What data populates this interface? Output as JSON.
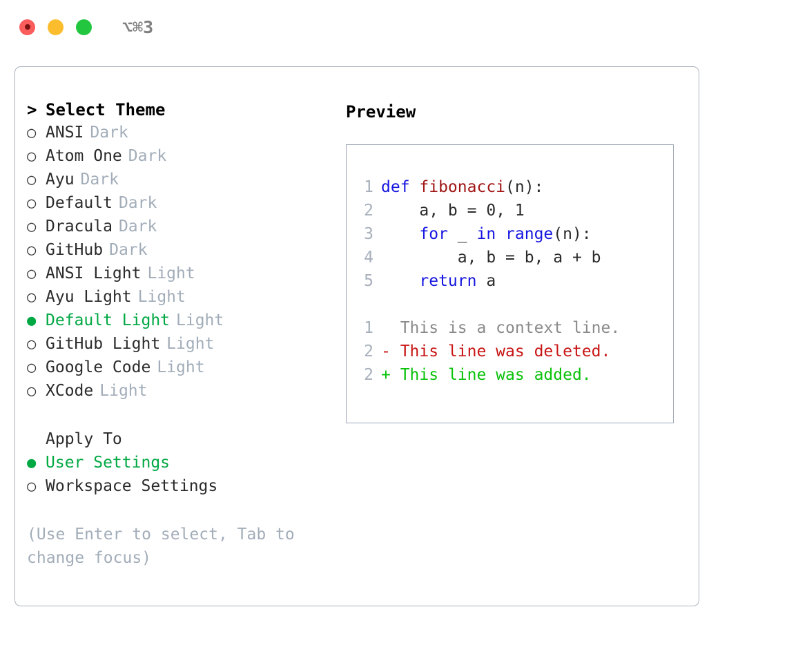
{
  "titlebar": {
    "shortcut": "⌥⌘3",
    "lights": [
      {
        "name": "close",
        "color": "#fb5c5c"
      },
      {
        "name": "minimize",
        "color": "#fbbd2e"
      },
      {
        "name": "maximize",
        "color": "#22c63f"
      }
    ]
  },
  "theme_list": {
    "heading": "Select Theme",
    "caret": ">",
    "bullet_selected": "●",
    "bullet_unselected": "○",
    "items": [
      {
        "label": "ANSI",
        "category": "Dark",
        "selected": false
      },
      {
        "label": "Atom One",
        "category": "Dark",
        "selected": false
      },
      {
        "label": "Ayu",
        "category": "Dark",
        "selected": false
      },
      {
        "label": "Default",
        "category": "Dark",
        "selected": false
      },
      {
        "label": "Dracula",
        "category": "Dark",
        "selected": false
      },
      {
        "label": "GitHub",
        "category": "Dark",
        "selected": false
      },
      {
        "label": "ANSI Light",
        "category": "Light",
        "selected": false
      },
      {
        "label": "Ayu Light",
        "category": "Light",
        "selected": false
      },
      {
        "label": "Default Light",
        "category": "Light",
        "selected": true
      },
      {
        "label": "GitHub Light",
        "category": "Light",
        "selected": false
      },
      {
        "label": "Google Code",
        "category": "Light",
        "selected": false
      },
      {
        "label": "XCode",
        "category": "Light",
        "selected": false
      }
    ]
  },
  "apply_to": {
    "heading": "Apply To",
    "items": [
      {
        "label": "User Settings",
        "selected": true
      },
      {
        "label": "Workspace Settings",
        "selected": false
      }
    ]
  },
  "hint": "(Use Enter to select, Tab to change focus)",
  "preview": {
    "title": "Preview",
    "code_lines": [
      {
        "number": "1",
        "tokens": [
          {
            "text": "def ",
            "kind": "keyword"
          },
          {
            "text": "fibonacci",
            "kind": "function"
          },
          {
            "text": "(n):",
            "kind": "plain"
          }
        ]
      },
      {
        "number": "2",
        "tokens": [
          {
            "text": "    a, b = 0, 1",
            "kind": "plain"
          }
        ]
      },
      {
        "number": "3",
        "tokens": [
          {
            "text": "    ",
            "kind": "plain"
          },
          {
            "text": "for",
            "kind": "keyword"
          },
          {
            "text": " _ ",
            "kind": "plain"
          },
          {
            "text": "in range",
            "kind": "keyword"
          },
          {
            "text": "(n):",
            "kind": "plain"
          }
        ]
      },
      {
        "number": "4",
        "tokens": [
          {
            "text": "        a, b = b, a + b",
            "kind": "plain"
          }
        ]
      },
      {
        "number": "5",
        "tokens": [
          {
            "text": "    ",
            "kind": "plain"
          },
          {
            "text": "return",
            "kind": "keyword"
          },
          {
            "text": " a",
            "kind": "plain"
          }
        ]
      }
    ],
    "diff_lines": [
      {
        "number": "1",
        "marker": " ",
        "text": " This is a context line.",
        "kind": "context"
      },
      {
        "number": "2",
        "marker": "-",
        "text": " This line was deleted.",
        "kind": "deleted"
      },
      {
        "number": "2",
        "marker": "+",
        "text": " This line was added.",
        "kind": "added"
      }
    ]
  },
  "colors": {
    "accent_green": "#00a843",
    "muted": "#a2adb9",
    "keyword_blue": "#1515e0",
    "function_red": "#a01515",
    "diff_deleted": "#c81414",
    "diff_added": "#0ac20a",
    "panel_border": "#aab2bd"
  }
}
